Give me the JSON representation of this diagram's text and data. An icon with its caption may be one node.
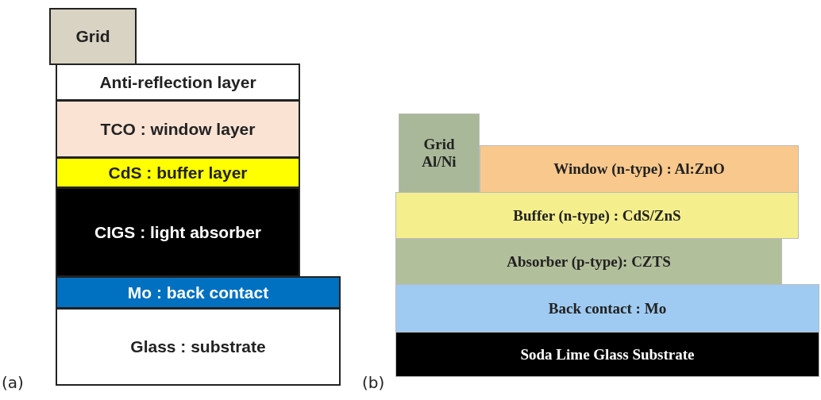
{
  "diagram": {
    "nodes": [
      {
        "text": [
          "Grid"
        ]
      },
      {
        "text": [
          "Anti-reflection layer"
        ]
      },
      {
        "text": [
          "TCO : window layer"
        ]
      },
      {
        "text": [
          "CdS : buffer layer"
        ]
      },
      {
        "text": [
          "CIGS : light absorber"
        ]
      },
      {
        "text": [
          "Mo : back contact"
        ]
      },
      {
        "text": [
          "Glass : substrate"
        ]
      },
      {
        "text": [
          "Grid Al/Ni"
        ]
      },
      {
        "text": [
          "Window (n-type) : Al:ZnO"
        ]
      },
      {
        "text": [
          "Buffer (n-type) : CdS/ZnS"
        ]
      },
      {
        "text": [
          "Absorber (p-type): CZTS"
        ]
      },
      {
        "text": [
          "Back contact : Mo"
        ]
      },
      {
        "text": [
          "Soda Lime Glass Substrate"
        ]
      }
    ],
    "edges": [],
    "labels": [
      "(a)",
      "(b)"
    ]
  }
}
